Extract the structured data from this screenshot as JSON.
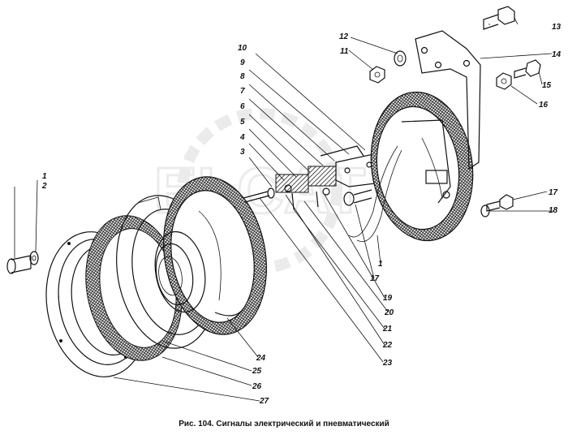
{
  "caption": "Рис. 104. Сигналы электрический и пневматический",
  "watermark_text": "ELCAT",
  "callouts": [
    "1",
    "2",
    "3",
    "4",
    "5",
    "6",
    "7",
    "8",
    "9",
    "10",
    "11",
    "12",
    "13",
    "14",
    "15",
    "16",
    "17",
    "18",
    "19",
    "20",
    "21",
    "22",
    "23",
    "24",
    "25",
    "26",
    "27"
  ],
  "colors": {
    "ink": "#111111",
    "paper": "#ffffff",
    "watermark": "#c8c8c8"
  }
}
